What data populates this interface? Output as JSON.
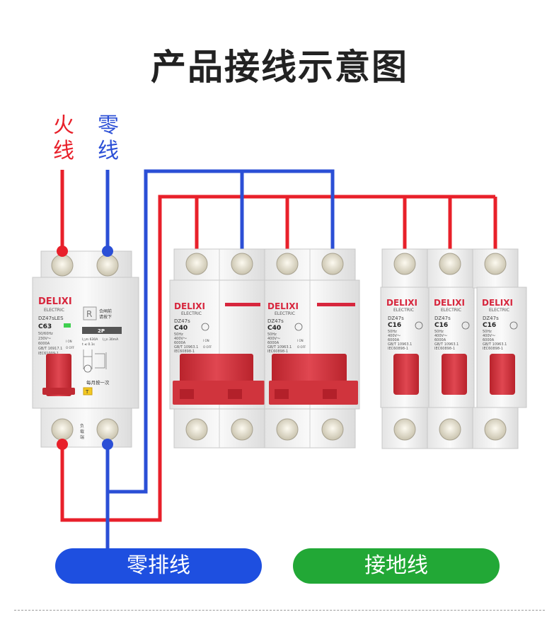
{
  "title": "产品接线示意图",
  "wire_labels": {
    "live": "火线",
    "neutral": "零线"
  },
  "bars": {
    "neutral": "零排线",
    "ground": "接地线"
  },
  "colors": {
    "live": "#e8202a",
    "neutral": "#2b4fd6",
    "neutral_bar": "#1e4fe0",
    "ground_bar": "#22a836",
    "handle": "#d7363f"
  },
  "breakers": {
    "rcbo": {
      "brand": "DELIXI",
      "brand_sub": "ELECTRIC",
      "model": "DZ47sLES",
      "rating": "C63",
      "specs": [
        "50/60Hz",
        "230V～",
        "6000A",
        "GB/T 16917.1",
        "IEC61009-1"
      ],
      "reset_text": [
        "合闸前",
        "请按下"
      ],
      "reset_letter": "R",
      "poles": "2P",
      "residual": [
        "I△m 630A",
        "I△n 30mA",
        "t ≤ 0.1s"
      ],
      "on": "I ON",
      "off": "O OFF",
      "test_letter": "T",
      "test_text": "每月按一次",
      "load_text": [
        "负",
        "载",
        "端"
      ]
    },
    "c40": {
      "brand": "DELIXI",
      "brand_sub": "ELECTRIC",
      "model": "DZ47s",
      "rating": "C40",
      "specs": [
        "50Hz",
        "400V～",
        "6000A",
        "GB/T 10963.1",
        "IEC60898-1"
      ],
      "on": "I ON",
      "off": "O OFF"
    },
    "c16": {
      "brand": "DELIXI",
      "brand_sub": "ELECTRIC",
      "model": "DZ47s",
      "rating": "C16",
      "specs": [
        "50Hz",
        "400V～",
        "6000A",
        "GB/T 10963.1",
        "IEC60898-1"
      ]
    }
  }
}
